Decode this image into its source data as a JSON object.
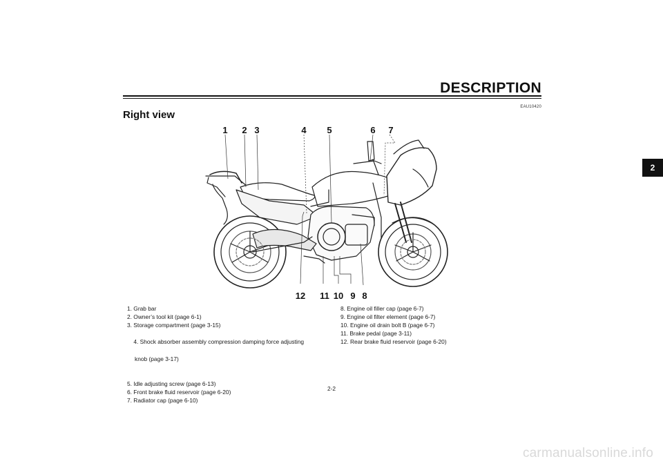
{
  "header": {
    "title": "DESCRIPTION"
  },
  "doc_code": "EAU10420",
  "section": {
    "title": "Right view"
  },
  "chapter_tab": "2",
  "callouts": [
    "1",
    "2",
    "3",
    "4",
    "5",
    "6",
    "7",
    "8",
    "9",
    "10",
    "11",
    "12"
  ],
  "legend": {
    "left": [
      "1. Grab bar",
      "2. Owner’s tool kit (page 6-1)",
      "3. Storage compartment (page 3-15)",
      {
        "line1": "4. Shock absorber assembly compression damping force adjusting",
        "line2": "knob (page 3-17)"
      },
      "5. Idle adjusting screw (page 6-13)",
      "6. Front brake fluid reservoir (page 6-20)",
      "7. Radiator cap (page 6-10)"
    ],
    "right": [
      "8. Engine oil filler cap (page 6-7)",
      "9. Engine oil filter element (page 6-7)",
      "10. Engine oil drain bolt B (page 6-7)",
      "11. Brake pedal (page 3-11)",
      "12. Rear brake fluid reservoir (page 6-20)"
    ]
  },
  "page_number": "2-2",
  "watermark": "carmanualsonline.info"
}
